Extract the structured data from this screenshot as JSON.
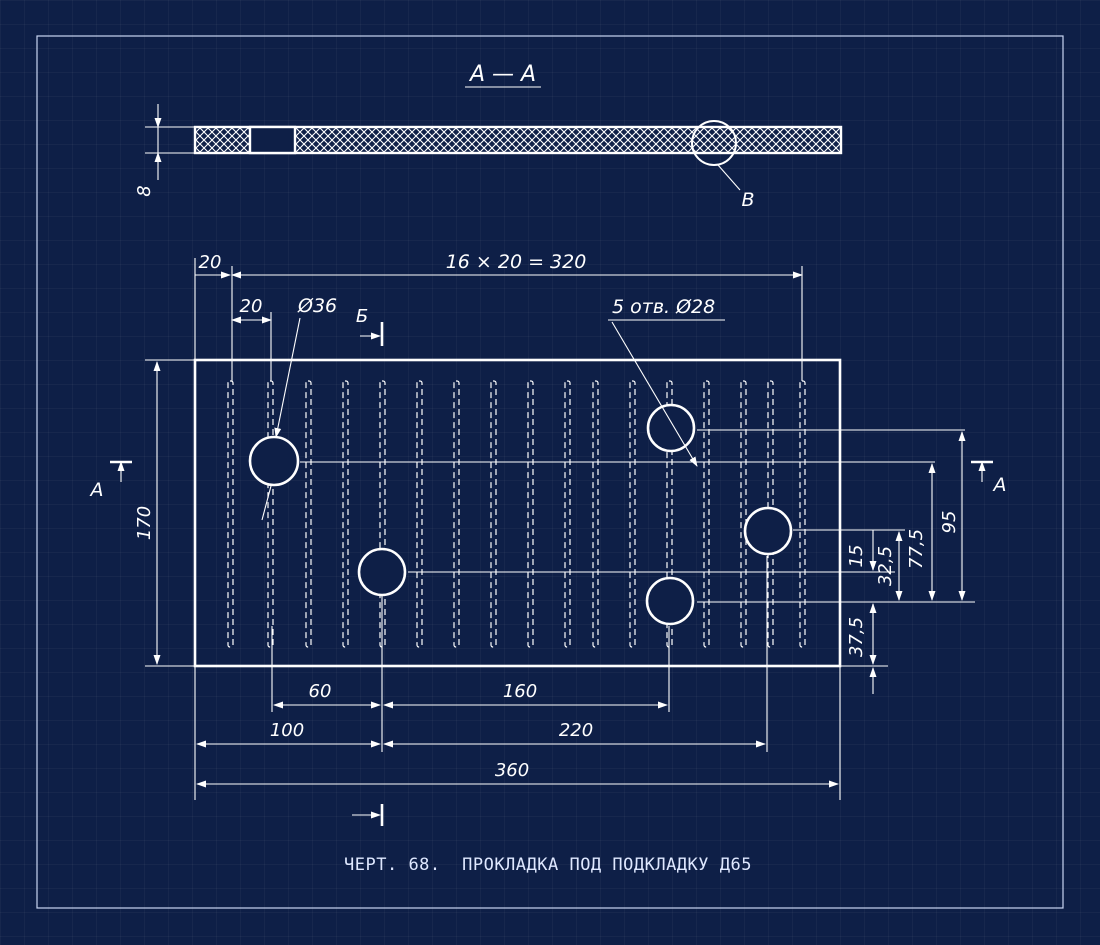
{
  "section_label": "А — А",
  "callout_label": "В",
  "section_cut_label": "А",
  "section_b_label": "Б",
  "hole_note_large": "Ø36",
  "hole_note_small": "5 отв. Ø28",
  "dims": {
    "thickness": "8",
    "edge_pitch": "20",
    "slot_pitch": "16 × 20 = 320",
    "slot_offset": "20",
    "height": "170",
    "d60": "60",
    "d160": "160",
    "d100": "100",
    "d220": "220",
    "d360": "360",
    "r95": "95",
    "r77": "77,5",
    "r32": "32,5",
    "r15": "15",
    "r37": "37,5"
  },
  "caption": "ЧЕРТ. 68.  ПРОКЛАДКА ПОД ПОДКЛАДКУ Д65",
  "colors": {
    "background": "#0e1f47",
    "ink": "#ffffff",
    "caption": "#dfe8ff"
  }
}
